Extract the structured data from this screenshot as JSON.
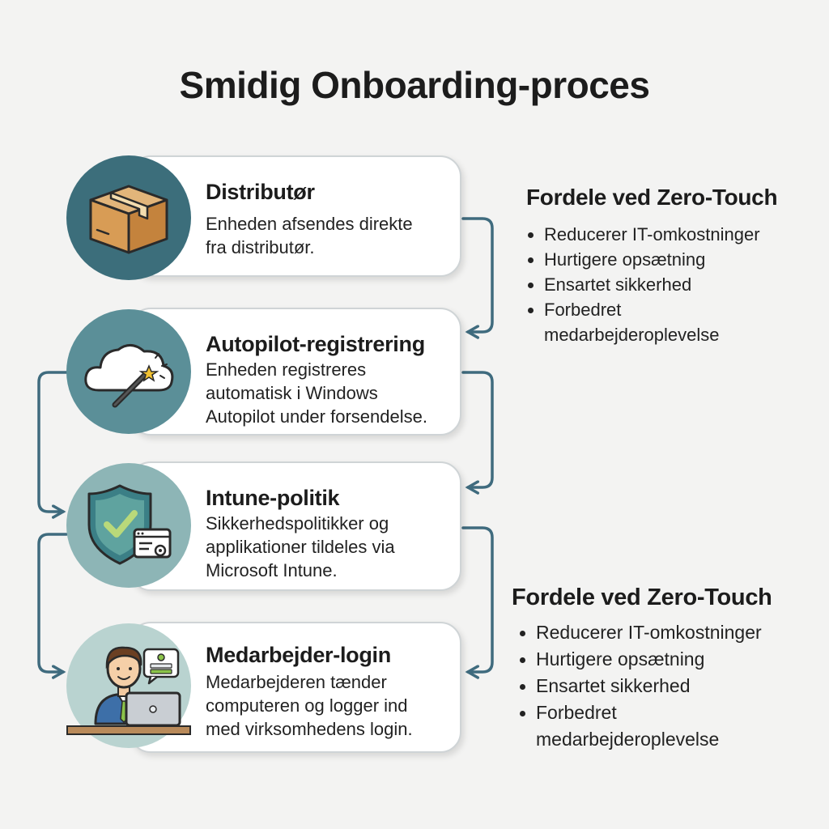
{
  "title": "Smidig Onboarding-proces",
  "steps": [
    {
      "title": "Distributør",
      "desc_lines": [
        "Enheden afsendes direkte",
        "fra distributør."
      ],
      "icon": "package-box-icon"
    },
    {
      "title": "Autopilot-registrering",
      "desc_lines": [
        "Enheden registreres",
        "automatisk i Windows",
        "Autopilot under forsendelse."
      ],
      "icon": "cloud-magic-wand-icon"
    },
    {
      "title": "Intune-politik",
      "desc_lines": [
        "Sikkerhedspolitikker og",
        "applikationer tildeles via",
        "Microsoft Intune."
      ],
      "icon": "shield-check-icon"
    },
    {
      "title": "Medarbejder-login",
      "desc_lines": [
        "Medarbejderen tænder",
        "computeren og logger ind",
        "med virksomhedens login."
      ],
      "icon": "employee-laptop-icon"
    }
  ],
  "benefits_top": {
    "title": "Fordele ved Zero-Touch",
    "items": [
      "Reducerer IT-omkostninger",
      "Hurtigere opsætning",
      "Ensartet sikkerhed"
    ],
    "last_item_lines": [
      "Forbedret",
      "medarbejderoplevelse"
    ]
  },
  "benefits_bottom": {
    "title": "Fordele ved Zero-Touch",
    "items": [
      "Reducerer IT-omkostninger",
      "Hurtigere opsætning",
      "Ensartet sikkerhed"
    ],
    "last_item_lines": [
      "Forbedret",
      "medarbejderoplevelse"
    ]
  },
  "colors": {
    "connector": "#3f6b7e",
    "circle_dark": "#3c6e7b",
    "circle_mid": "#5b8f98",
    "circle_light": "#8db5b6",
    "circle_pale": "#b9d3d0",
    "card_border": "#cfd4d6"
  }
}
